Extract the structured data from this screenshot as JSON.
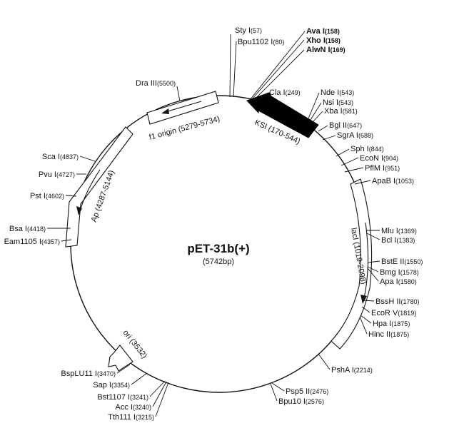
{
  "plasmid": {
    "name": "pET-31b(+)",
    "size_label": "(5742bp)"
  },
  "features": [
    {
      "id": "ksi",
      "label": "KSI (170-544)"
    },
    {
      "id": "lacI",
      "label": "lacI (1019-2098)"
    },
    {
      "id": "ap",
      "label": "Ap (4287-5144)"
    },
    {
      "id": "f1",
      "label": "f1 origin (5279-5734)"
    },
    {
      "id": "ori",
      "label": "ori (3532)"
    }
  ],
  "sites": [
    {
      "name": "Sty I",
      "pos": "(57)",
      "bold": false
    },
    {
      "name": "Bpu1102 I",
      "pos": "(80)",
      "bold": false
    },
    {
      "name": "Ava I",
      "pos": "(158)",
      "bold": true
    },
    {
      "name": "Xho I",
      "pos": "(158)",
      "bold": true
    },
    {
      "name": "AlwN I",
      "pos": "(169)",
      "bold": true
    },
    {
      "name": "Cla I",
      "pos": "(249)",
      "bold": false
    },
    {
      "name": "Nde I",
      "pos": "(543)",
      "bold": false
    },
    {
      "name": "Nsi I",
      "pos": "(543)",
      "bold": false
    },
    {
      "name": "Xba I",
      "pos": "(581)",
      "bold": false
    },
    {
      "name": "Bgl II",
      "pos": "(647)",
      "bold": false
    },
    {
      "name": "SgrA I",
      "pos": "(688)",
      "bold": false
    },
    {
      "name": "Sph I",
      "pos": "(844)",
      "bold": false
    },
    {
      "name": "EcoN I",
      "pos": "(904)",
      "bold": false
    },
    {
      "name": "PflM I",
      "pos": "(951)",
      "bold": false
    },
    {
      "name": "ApaB I",
      "pos": "(1053)",
      "bold": false
    },
    {
      "name": "Mlu I",
      "pos": "(1369)",
      "bold": false
    },
    {
      "name": "Bcl I",
      "pos": "(1383)",
      "bold": false
    },
    {
      "name": "BstE II",
      "pos": "(1550)",
      "bold": false
    },
    {
      "name": "Bmg I",
      "pos": "(1578)",
      "bold": false
    },
    {
      "name": "Apa I",
      "pos": "(1580)",
      "bold": false
    },
    {
      "name": "BssH II",
      "pos": "(1780)",
      "bold": false
    },
    {
      "name": "EcoR V",
      "pos": "(1819)",
      "bold": false
    },
    {
      "name": "Hpa I",
      "pos": "(1875)",
      "bold": false
    },
    {
      "name": "Hinc II",
      "pos": "(1875)",
      "bold": false
    },
    {
      "name": "PshA I",
      "pos": "(2214)",
      "bold": false
    },
    {
      "name": "Psp5 II",
      "pos": "(2476)",
      "bold": false
    },
    {
      "name": "Bpu10 I",
      "pos": "(2576)",
      "bold": false
    },
    {
      "name": "Tth111 I",
      "pos": "(3215)",
      "bold": false
    },
    {
      "name": "Acc I",
      "pos": "(3240)",
      "bold": false
    },
    {
      "name": "Bst1107 I",
      "pos": "(3241)",
      "bold": false
    },
    {
      "name": "Sap I",
      "pos": "(3354)",
      "bold": false
    },
    {
      "name": "BspLU11 I",
      "pos": "(3470)",
      "bold": false
    },
    {
      "name": "Eam1105 I",
      "pos": "(4357)",
      "bold": false
    },
    {
      "name": "Bsa I",
      "pos": "(4418)",
      "bold": false
    },
    {
      "name": "Pst I",
      "pos": "(4602)",
      "bold": false
    },
    {
      "name": "Pvu I",
      "pos": "(4727)",
      "bold": false
    },
    {
      "name": "Sca I",
      "pos": "(4837)",
      "bold": false
    },
    {
      "name": "Dra III",
      "pos": "(5500)",
      "bold": false
    }
  ]
}
